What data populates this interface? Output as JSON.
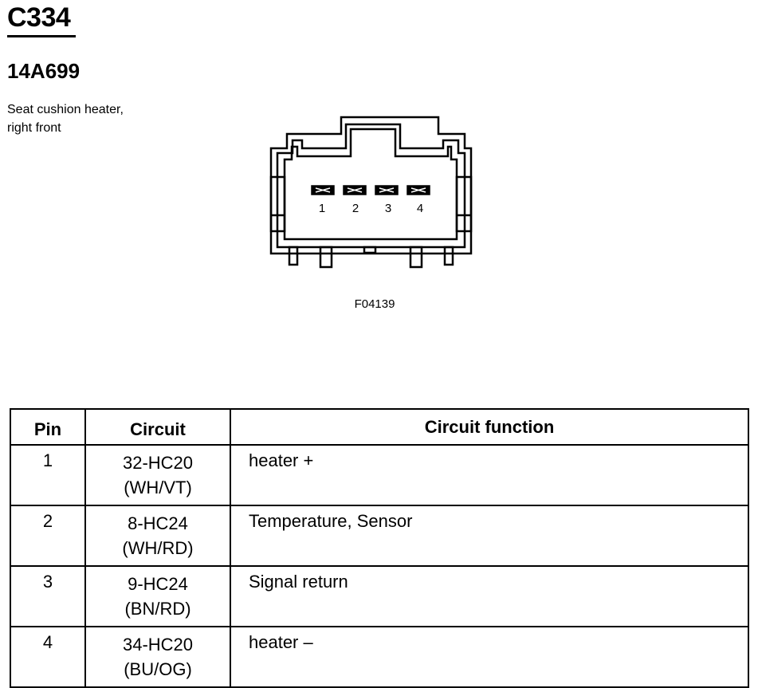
{
  "connector": {
    "id": "C334",
    "part_number": "14A699",
    "description_lines": [
      "Seat cushion heater,",
      "right front"
    ],
    "figure_code": "F04139",
    "pin_labels": [
      "1",
      "2",
      "3",
      "4"
    ]
  },
  "table": {
    "headers": {
      "pin": "Pin",
      "circuit": "Circuit",
      "function": "Circuit function"
    },
    "rows": [
      {
        "pin": "1",
        "circuit": "32-HC20",
        "color": "(WH/VT)",
        "function": "heater +"
      },
      {
        "pin": "2",
        "circuit": "8-HC24",
        "color": "(WH/RD)",
        "function": "Temperature, Sensor"
      },
      {
        "pin": "3",
        "circuit": "9-HC24",
        "color": "(BN/RD)",
        "function": "Signal return"
      },
      {
        "pin": "4",
        "circuit": "34-HC20",
        "color": "(BU/OG)",
        "function": "heater –"
      }
    ]
  }
}
